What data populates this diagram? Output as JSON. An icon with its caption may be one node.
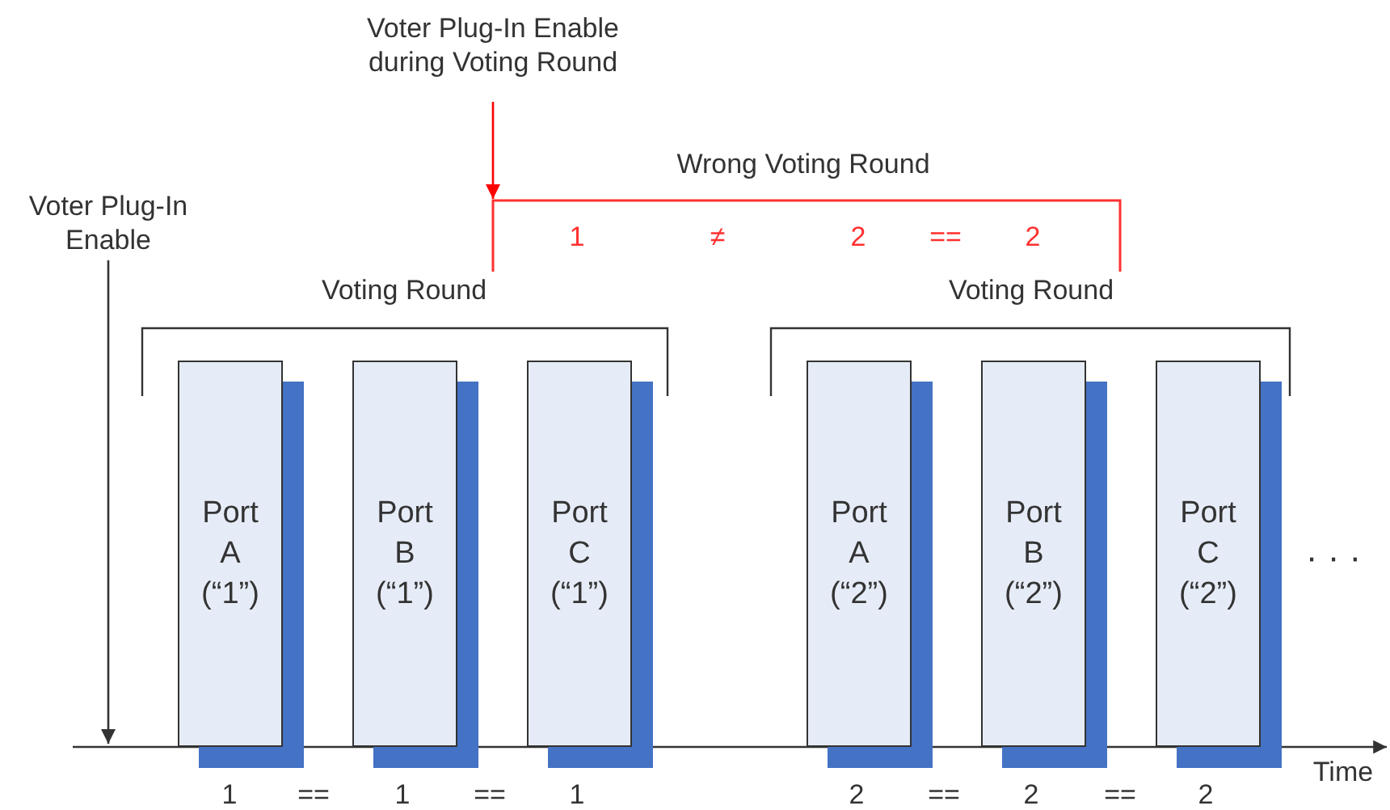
{
  "diagram": {
    "nodes": [
      {
        "text": [
          "Voter Plug-In Enable"
        ]
      },
      {
        "text": [
          "Voter Plug-In Enable during Voting Round"
        ]
      },
      {
        "text": [
          "Port A (“1”)"
        ]
      },
      {
        "text": [
          "Port B (“1”)"
        ]
      },
      {
        "text": [
          "Port C (“1”)"
        ]
      },
      {
        "text": [
          "Port A (“2”)"
        ]
      },
      {
        "text": [
          "Port B (“2”)"
        ]
      },
      {
        "text": [
          "Port C (“2”)"
        ]
      },
      {
        "text": [],
        "shape": "bracket"
      }
    ],
    "edges": [
      {
        "from": 0,
        "to": null,
        "arrow": "to"
      },
      {
        "from": 1,
        "to": 8,
        "arrow": "to",
        "color": "#ff0000"
      }
    ],
    "labels": [
      "Wrong Voting Round",
      "1",
      "≠",
      "2",
      "==",
      "2",
      "Voting Round",
      "Voting Round",
      "· · ·",
      "Time",
      "1",
      "==",
      "1",
      "==",
      "1",
      "2",
      "==",
      "2",
      "==",
      "2"
    ]
  }
}
